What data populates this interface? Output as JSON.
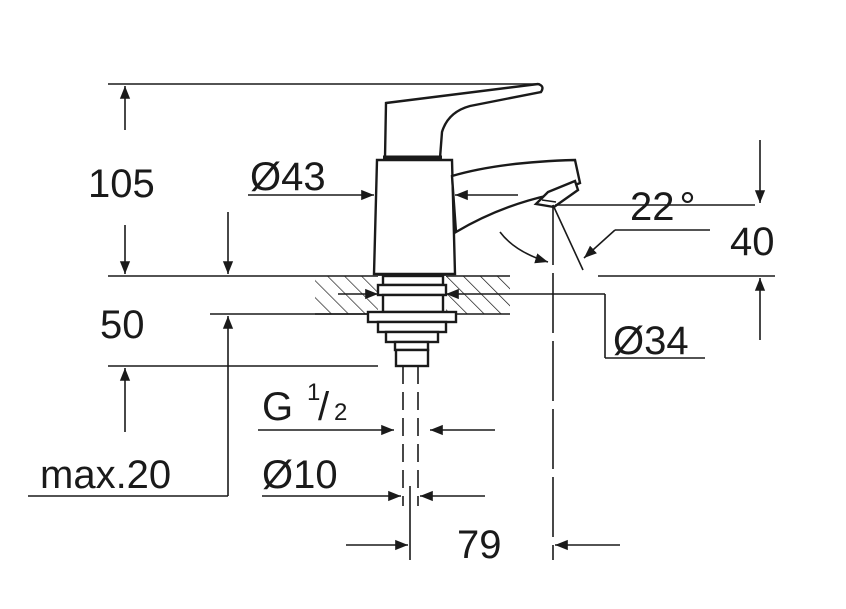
{
  "drawing": {
    "dim_height_total": "105",
    "dim_body_diameter": "Ø43",
    "dim_angle": "22",
    "dim_angle_unit": "°",
    "dim_spout_height": "40",
    "dim_base_height": "50",
    "dim_base_diameter": "Ø34",
    "dim_thread": "G",
    "dim_thread_num": "1",
    "dim_thread_slash": "/",
    "dim_thread_den": "2",
    "dim_max_thickness": "max.20",
    "dim_tube_diameter": "Ø10",
    "dim_reach": "79"
  }
}
